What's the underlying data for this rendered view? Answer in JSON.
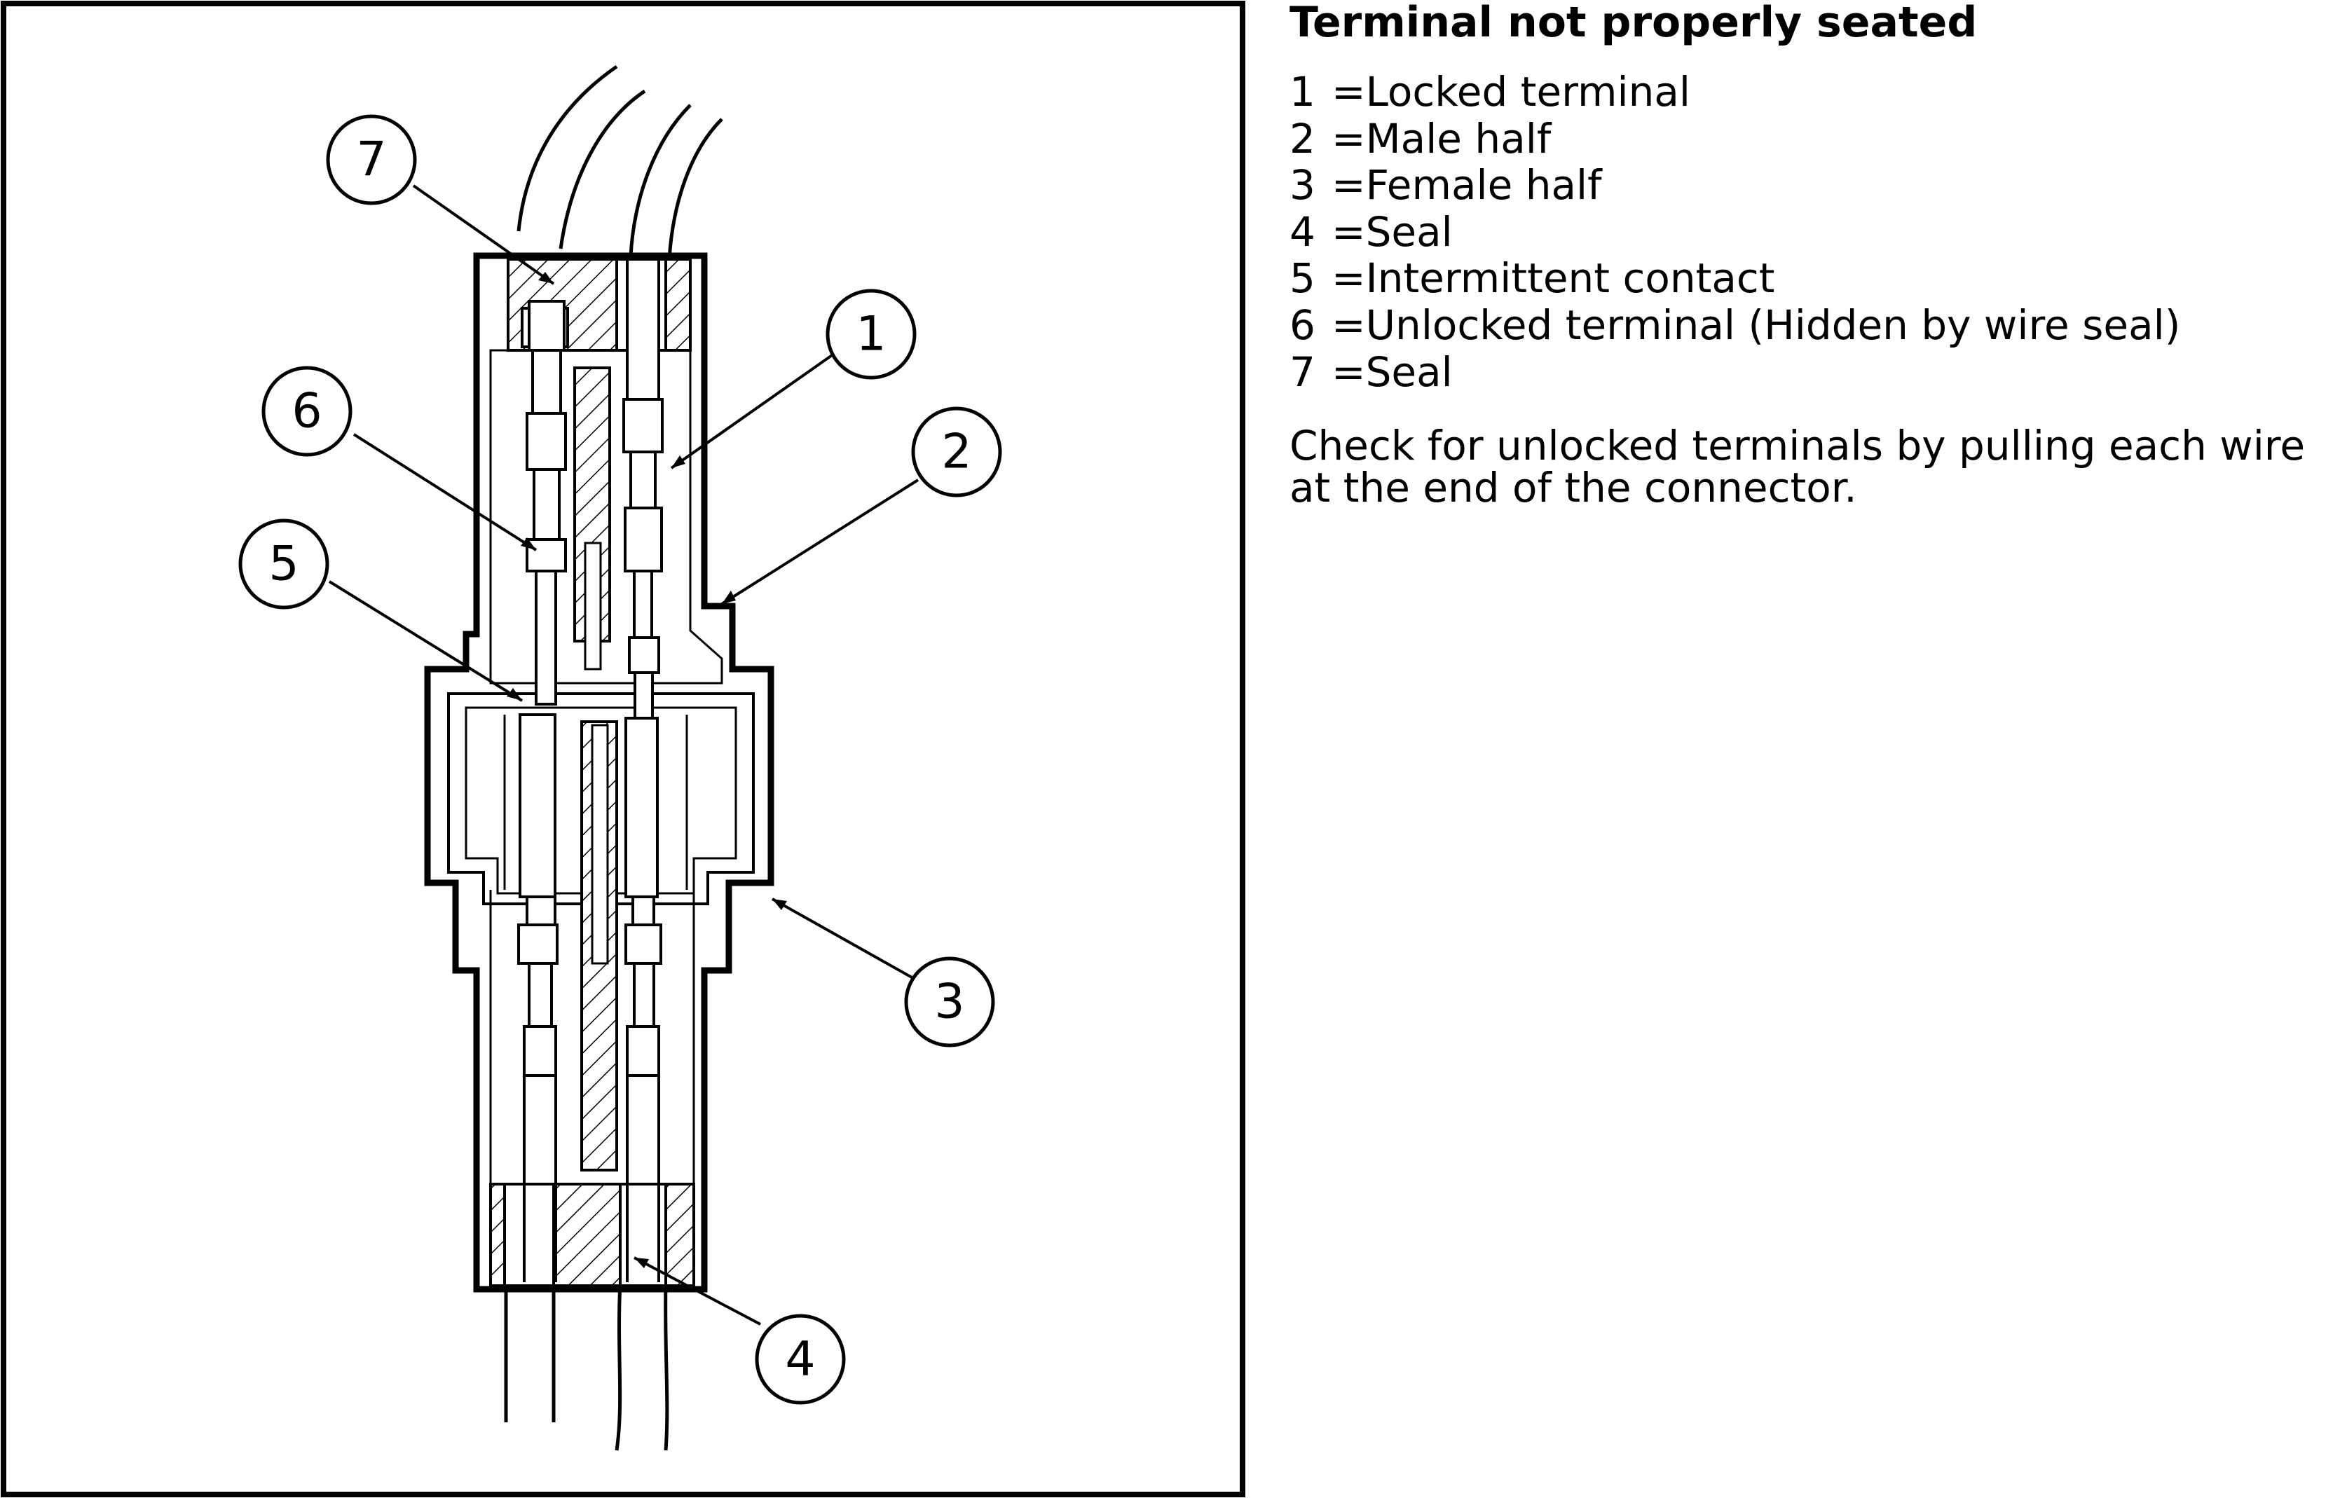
{
  "legend": {
    "title": "Terminal not properly seated",
    "items": [
      {
        "number": "1",
        "text": "Locked terminal"
      },
      {
        "number": "2",
        "text": "Male half"
      },
      {
        "number": "3",
        "text": "Female half"
      },
      {
        "number": "4",
        "text": "Seal"
      },
      {
        "number": "5",
        "text": "Intermittent contact"
      },
      {
        "number": "6",
        "text": "Unlocked terminal (Hidden by wire seal)"
      },
      {
        "number": "7",
        "text": "Seal"
      }
    ],
    "separator": "=",
    "note": "Check for unlocked terminals by pulling each wire at the end of the connector."
  },
  "callouts": [
    "1",
    "2",
    "3",
    "4",
    "5",
    "6",
    "7"
  ],
  "colors": {
    "line": "#000000",
    "background": "#ffffff"
  }
}
